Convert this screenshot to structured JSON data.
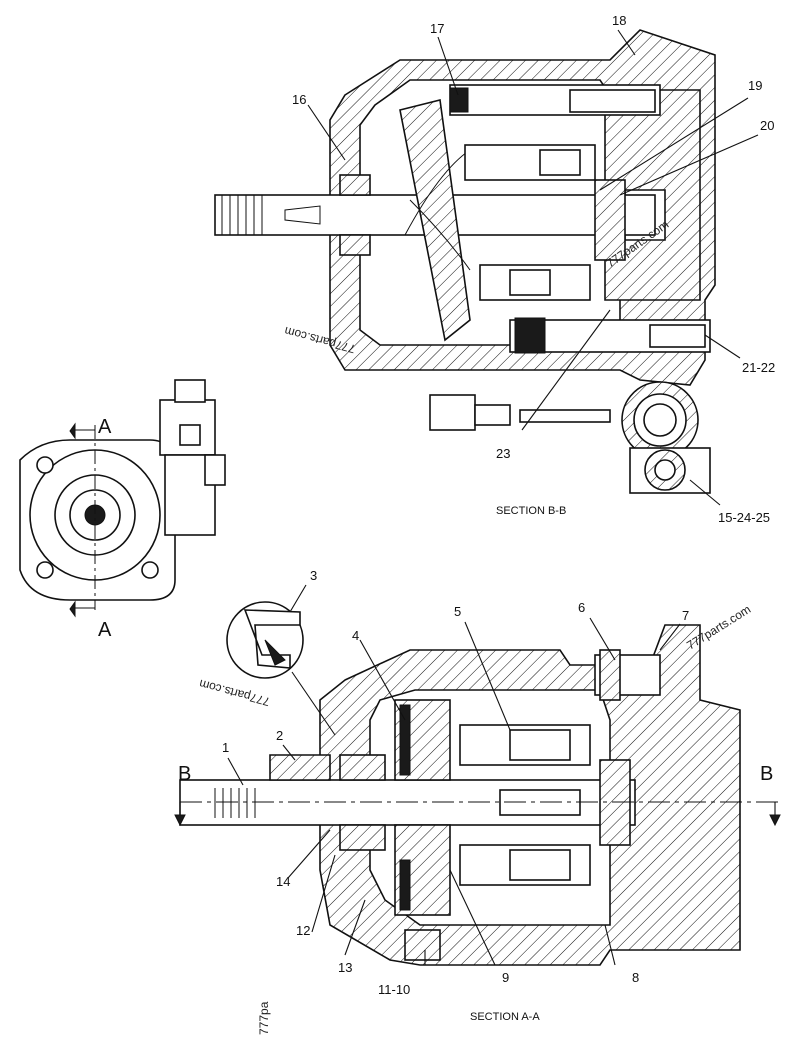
{
  "section_titles": {
    "top": "SECTION B-B",
    "bottom": "SECTION A-A"
  },
  "section_markers": {
    "a_top": "A",
    "a_bottom": "A",
    "b_left": "B",
    "b_right": "B"
  },
  "callouts_section_bb": [
    "16",
    "17",
    "18",
    "19",
    "20",
    "21-22",
    "23",
    "15-24-25"
  ],
  "callouts_section_aa": [
    "1",
    "2",
    "3",
    "4",
    "5",
    "6",
    "7",
    "8",
    "9",
    "11-10",
    "12",
    "13",
    "14"
  ],
  "watermarks": [
    "777parts.com",
    "777parts.com",
    "777parts.com",
    "777parts.com",
    "777pa"
  ]
}
